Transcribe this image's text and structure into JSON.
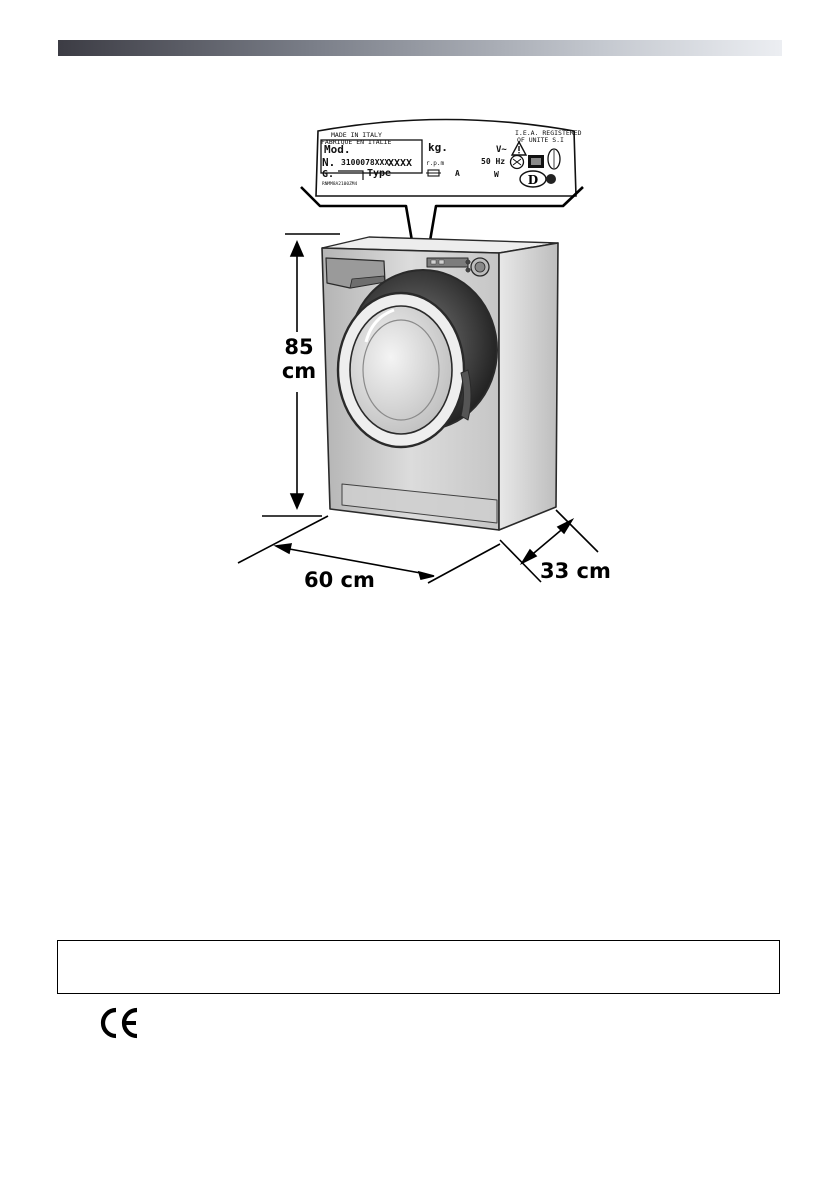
{
  "figure": {
    "dimensions": {
      "height_value": "85",
      "height_unit": "cm",
      "width": "60 cm",
      "depth": "33 cm"
    },
    "rating_label": {
      "made_in_1": "MADE IN ITALY",
      "made_in_2": "FABRIQUE EN ITALIE",
      "reg_1": "I.E.A. REGISTERED",
      "reg_2": "OF UNITE S.I",
      "mod": "Mod.",
      "kg": "kg.",
      "volt": "V~",
      "serial_prefix": "N.",
      "serial": "3100078XXX",
      "serial_xxxx": "XXXX",
      "rpm": "r.p.m",
      "hz": "50 Hz",
      "g": "G.",
      "type": "Type",
      "amp": "A",
      "watt": "W",
      "small_code": "RNMM8A2100ZM4",
      "d_badge": "D"
    }
  },
  "colors": {
    "header_dark": "#3c3c44",
    "header_light": "#eceef2",
    "machine_body": "#d8d8d8",
    "machine_shadow": "#9c9c9c"
  },
  "icons": {
    "ce": "ce-mark-icon",
    "warning": "warning-triangle-icon"
  }
}
